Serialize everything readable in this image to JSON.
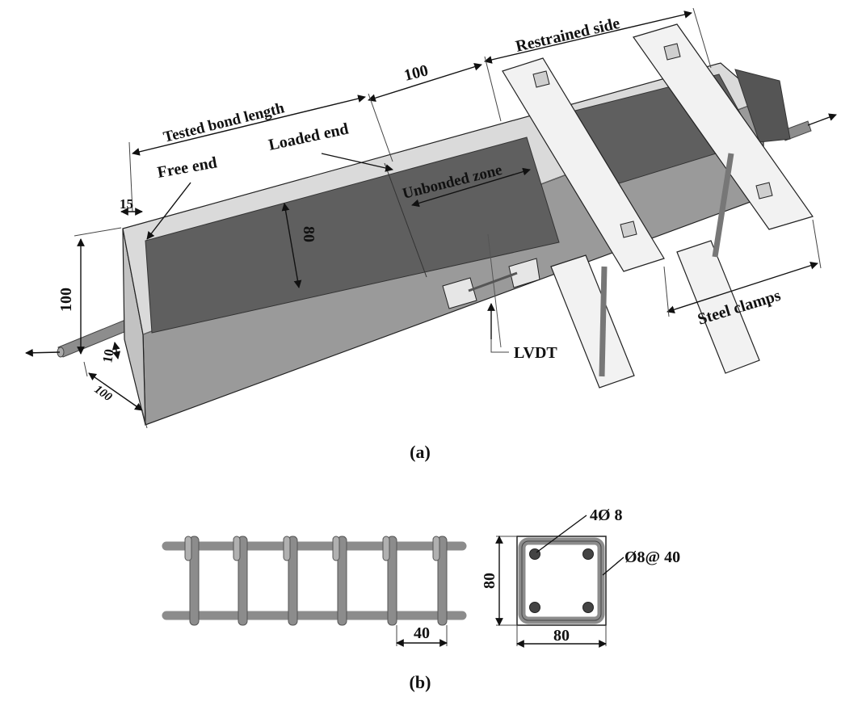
{
  "panel_a": {
    "caption": "(a)",
    "labels": {
      "restrained_side": "Restrained  side",
      "dim_100_top": "100",
      "tested_bond_length": "Tested bond length",
      "loaded_end": "Loaded end",
      "free_end": "Free end",
      "unbonded_zone": "Unbonded zone",
      "dim_15": "15",
      "dim_80": "80",
      "dim_100_height": "100",
      "dim_10": "10",
      "dim_100_width": "100",
      "lvdt": "LVDT",
      "steel_clamps": "Steel clamps"
    }
  },
  "panel_b": {
    "caption": "(b)",
    "labels": {
      "spacing_40": "40",
      "longitudinal_bars": "4Ø 8",
      "stirrups": "Ø8@ 40",
      "height_80": "80",
      "width_80": "80"
    }
  },
  "colors": {
    "concrete_light": "#d9d9d9",
    "concrete_side": "#9a9a9a",
    "cfrp_sheet": "#5f5f5f",
    "steel_plate": "#f2f2f2",
    "rebar": "#8c8c8c",
    "line": "#111111"
  }
}
